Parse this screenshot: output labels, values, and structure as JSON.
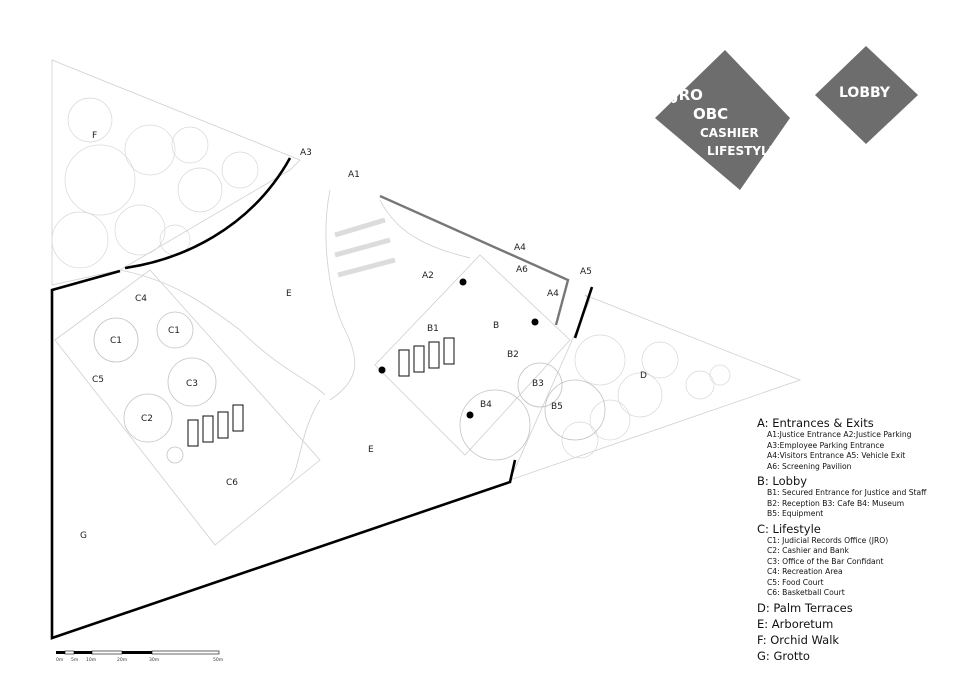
{
  "badges": {
    "left": [
      "JRO",
      "OBC",
      "CASHIER",
      "LIFESTYLE"
    ],
    "right": "LOBBY"
  },
  "zones": {
    "A1": "A1",
    "A2": "A2",
    "A3": "A3",
    "A4": "A4",
    "A4b": "A4",
    "A5": "A5",
    "A6": "A6",
    "B": "B",
    "B1": "B1",
    "B2": "B2",
    "B3": "B3",
    "B4": "B4",
    "B5": "B5",
    "C1a": "C1",
    "C1b": "C1",
    "C2": "C2",
    "C3": "C3",
    "C4": "C4",
    "C5": "C5",
    "C6": "C6",
    "D": "D",
    "E1": "E",
    "E2": "E",
    "F": "F",
    "G": "G"
  },
  "legend": {
    "A": {
      "heading": "A: Entrances & Exits",
      "items": [
        "A1:Justice Entrance   A2:Justice Parking",
        "A3:Employee Parking Entrance",
        "A4:Visitors Entrance   A5: Vehicle Exit",
        "A6: Screening Pavilion"
      ]
    },
    "B": {
      "heading": "B: Lobby",
      "items": [
        "B1: Secured Entrance for Justice and Staff",
        "B2: Reception  B3: Cafe  B4: Museum",
        "B5: Equipment"
      ]
    },
    "C": {
      "heading": "C: Lifestyle",
      "items": [
        "C1: Judicial Records Office (JRO)",
        "C2: Cashier and Bank",
        "C3: Office of the Bar Confidant",
        "C4: Recreation Area",
        "C5: Food Court",
        "C6: Basketball Court"
      ]
    },
    "D": "D: Palm Terraces",
    "E": "E: Arboretum",
    "F": "F: Orchid Walk",
    "G": "G: Grotto"
  },
  "scale": [
    "0m",
    "5m",
    "10m",
    "20m",
    "30m",
    "50m"
  ],
  "colors": {
    "badge": "#6d6d6d",
    "walls": "#000000",
    "linework": "#c9c9c9"
  }
}
